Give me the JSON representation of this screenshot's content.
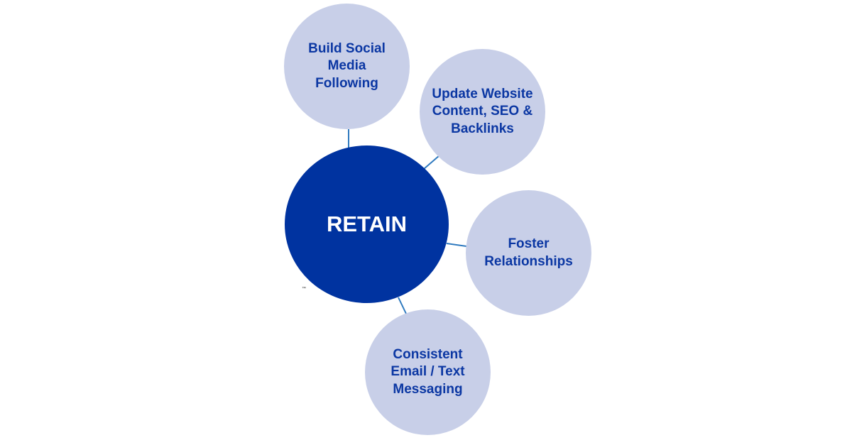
{
  "center": {
    "label": "RETAIN"
  },
  "nodes": [
    {
      "label": "Build Social Media Following"
    },
    {
      "label": "Update Website Content, SEO & Backlinks"
    },
    {
      "label": "Foster Relationships"
    },
    {
      "label": "Consistent Email / Text Messaging"
    }
  ],
  "trademark": "™",
  "colors": {
    "center": "#0033a0",
    "node": "#c8cfe8",
    "node_text": "#0b37a3",
    "connector": "#2f7abf"
  }
}
